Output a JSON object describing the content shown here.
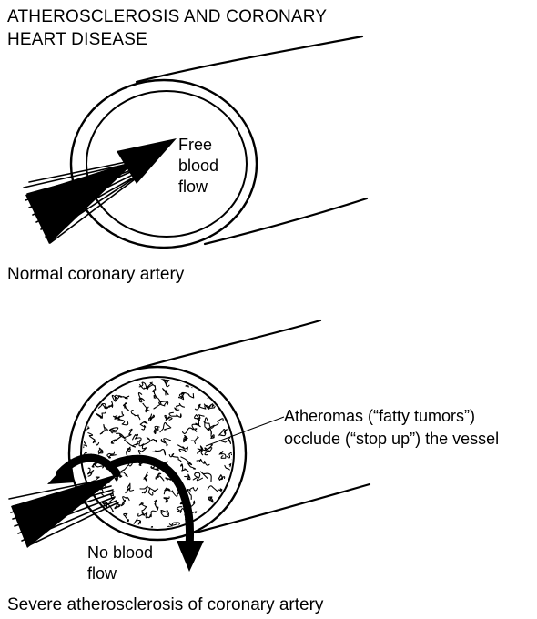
{
  "title": {
    "line1": "ATHEROSCLEROSIS AND CORONARY",
    "line2": "HEART DISEASE"
  },
  "top_panel": {
    "label_lines": [
      "Free",
      "blood",
      "flow"
    ],
    "caption": "Normal coronary artery"
  },
  "bottom_panel": {
    "annotation_lines": [
      "Atheromas (“fatty tumors”)",
      "occlude (“stop up”) the vessel"
    ],
    "label_lines": [
      "No blood",
      "flow"
    ],
    "caption": "Severe atherosclerosis of coronary artery"
  },
  "colors": {
    "ink": "#000000",
    "background": "#ffffff"
  }
}
